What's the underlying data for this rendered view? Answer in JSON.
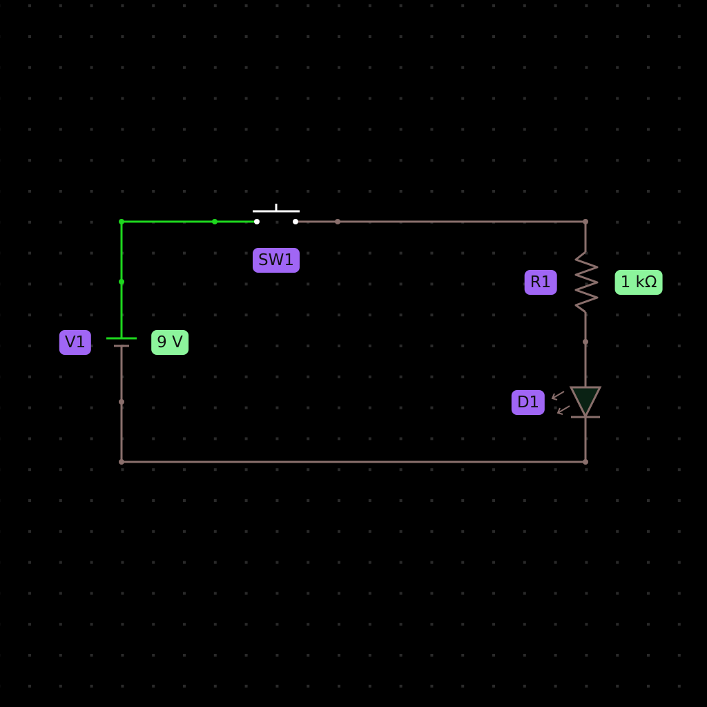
{
  "colors": {
    "background": "#000000",
    "grid_dot": "#2a2a2a",
    "wire_idle": "#8a6f6c",
    "wire_active": "#1ed81e",
    "name_tag": "#a066f5",
    "value_tag": "#8cf59c",
    "switch": "#ffffff"
  },
  "components": {
    "switch": {
      "name": "SW1"
    },
    "resistor": {
      "name": "R1",
      "value": "1 kΩ"
    },
    "battery": {
      "name": "V1",
      "value": "9 V"
    },
    "led": {
      "name": "D1"
    }
  }
}
